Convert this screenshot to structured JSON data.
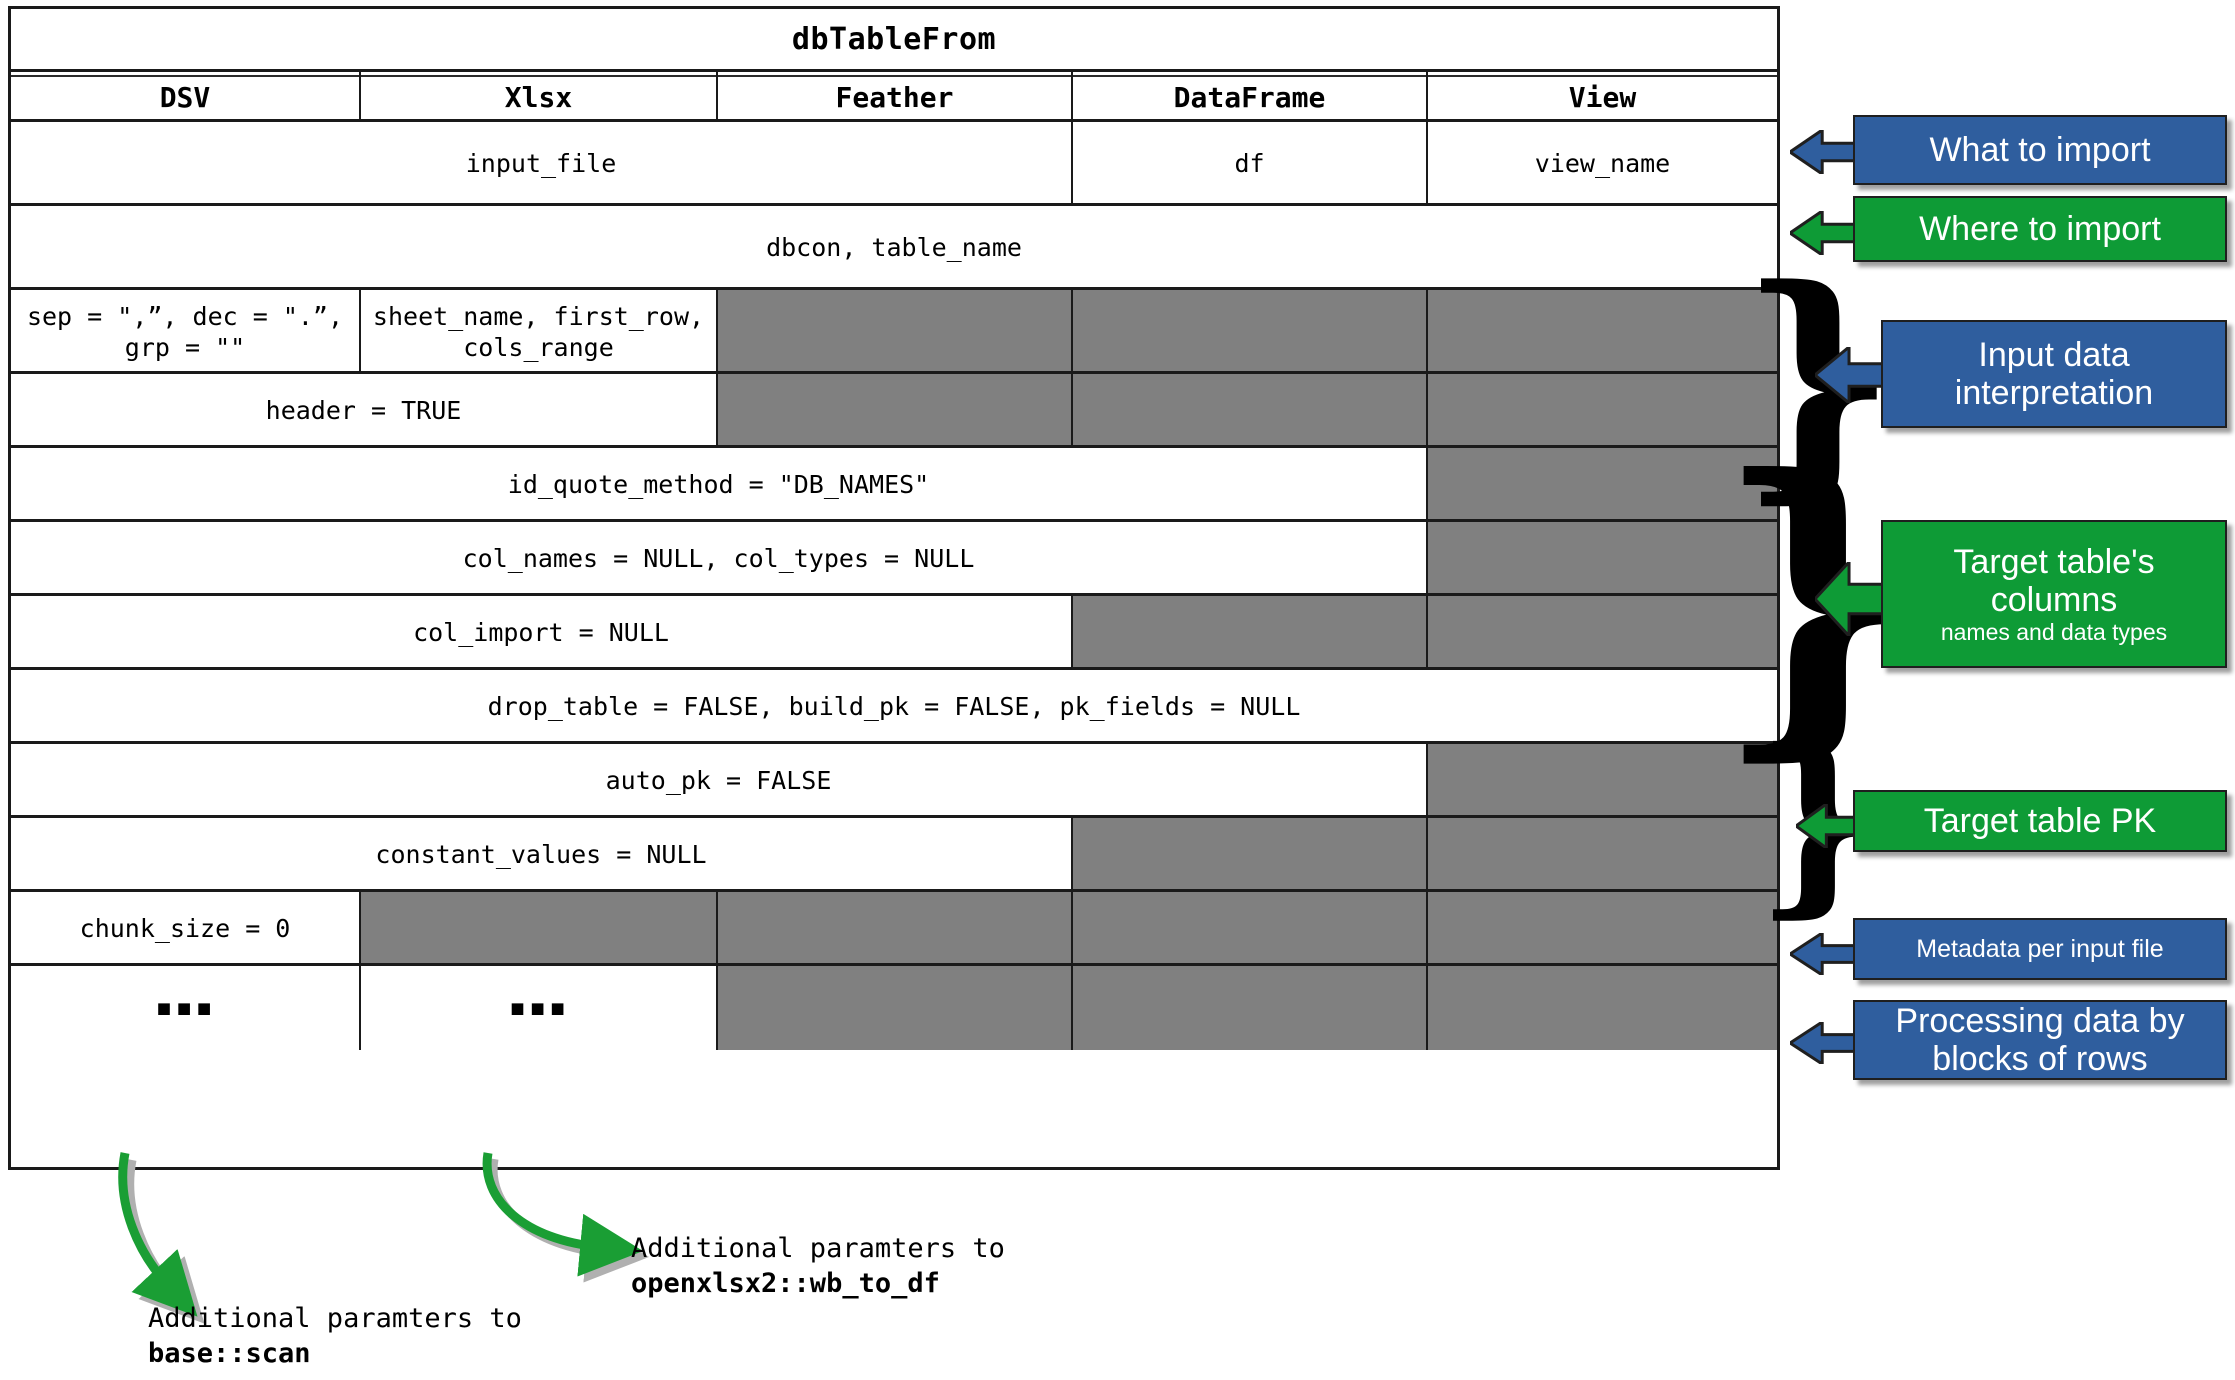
{
  "table": {
    "title": "dbTableFrom",
    "columns": [
      "DSV",
      "Xlsx",
      "Feather",
      "DataFrame",
      "View"
    ],
    "rows": [
      {
        "id": "input-file",
        "cells": [
          {
            "text": "input_file",
            "span": 3,
            "grey": false
          },
          {
            "text": "df",
            "span": 1,
            "grey": false
          },
          {
            "text": "view_name",
            "span": 1,
            "grey": false
          }
        ]
      },
      {
        "id": "dbcon-table-name",
        "cells": [
          {
            "text": "dbcon, table_name",
            "span": 5,
            "grey": false
          }
        ]
      },
      {
        "id": "sep-dec-grp",
        "cells": [
          {
            "text": "sep = \",”, dec = \".”,\ngrp = \"\"",
            "span": 1,
            "grey": false
          },
          {
            "text": "sheet_name, first_row,\ncols_range",
            "span": 1,
            "grey": false
          },
          {
            "text": "",
            "span": 1,
            "grey": true
          },
          {
            "text": "",
            "span": 1,
            "grey": true
          },
          {
            "text": "",
            "span": 1,
            "grey": true
          }
        ]
      },
      {
        "id": "header",
        "cells": [
          {
            "text": "header = TRUE",
            "span": 2,
            "grey": false
          },
          {
            "text": "",
            "span": 1,
            "grey": true
          },
          {
            "text": "",
            "span": 1,
            "grey": true
          },
          {
            "text": "",
            "span": 1,
            "grey": true
          }
        ]
      },
      {
        "id": "id-quote-method",
        "cells": [
          {
            "text": "id_quote_method = \"DB_NAMES\"",
            "span": 4,
            "grey": false
          },
          {
            "text": "",
            "span": 1,
            "grey": true
          }
        ]
      },
      {
        "id": "col-names-types",
        "cells": [
          {
            "text": "col_names = NULL, col_types = NULL",
            "span": 4,
            "grey": false
          },
          {
            "text": "",
            "span": 1,
            "grey": true
          }
        ]
      },
      {
        "id": "col-import",
        "cells": [
          {
            "text": "col_import = NULL",
            "span": 3,
            "grey": false
          },
          {
            "text": "",
            "span": 1,
            "grey": true
          },
          {
            "text": "",
            "span": 1,
            "grey": true
          }
        ]
      },
      {
        "id": "drop-table-build-pk",
        "cells": [
          {
            "text": "drop_table = FALSE, build_pk = FALSE, pk_fields = NULL",
            "span": 5,
            "grey": false
          }
        ]
      },
      {
        "id": "auto-pk",
        "cells": [
          {
            "text": "auto_pk = FALSE",
            "span": 4,
            "grey": false
          },
          {
            "text": "",
            "span": 1,
            "grey": true
          }
        ]
      },
      {
        "id": "constant-values",
        "cells": [
          {
            "text": "constant_values = NULL",
            "span": 3,
            "grey": false
          },
          {
            "text": "",
            "span": 1,
            "grey": true
          },
          {
            "text": "",
            "span": 1,
            "grey": true
          }
        ]
      },
      {
        "id": "chunk-size",
        "cells": [
          {
            "text": "chunk_size = 0",
            "span": 1,
            "grey": false
          },
          {
            "text": "",
            "span": 1,
            "grey": true
          },
          {
            "text": "",
            "span": 1,
            "grey": true
          },
          {
            "text": "",
            "span": 1,
            "grey": true
          },
          {
            "text": "",
            "span": 1,
            "grey": true
          }
        ]
      },
      {
        "id": "ellipsis",
        "cells": [
          {
            "text": "▪▪▪",
            "span": 1,
            "grey": false,
            "dots": true
          },
          {
            "text": "▪▪▪",
            "span": 1,
            "grey": false,
            "dots": true
          },
          {
            "text": "",
            "span": 1,
            "grey": true
          },
          {
            "text": "",
            "span": 1,
            "grey": true
          },
          {
            "text": "",
            "span": 1,
            "grey": true
          }
        ]
      }
    ]
  },
  "callouts": [
    {
      "id": "what-to-import",
      "main": "What to import",
      "sub": "",
      "color": "blue",
      "brace": false
    },
    {
      "id": "where-to-import",
      "main": "Where to import",
      "sub": "",
      "color": "green",
      "brace": false
    },
    {
      "id": "input-interpretation",
      "main": "Input data\ninterpretation",
      "sub": "",
      "color": "blue",
      "brace": true
    },
    {
      "id": "target-columns",
      "main": "Target table's\ncolumns",
      "sub": "names and data types",
      "color": "green",
      "brace": true
    },
    {
      "id": "target-pk",
      "main": "Target table PK",
      "sub": "",
      "color": "green",
      "brace": true
    },
    {
      "id": "metadata-per-file",
      "main": "Metadata per input file",
      "sub": "",
      "color": "blue",
      "brace": false
    },
    {
      "id": "processing-blocks",
      "main": "Processing data by\nblocks of rows",
      "sub": "",
      "color": "blue",
      "brace": false
    }
  ],
  "footnotes": [
    {
      "id": "dsv-extra",
      "line1": "Additional paramters to",
      "line2": "base::scan"
    },
    {
      "id": "xlsx-extra",
      "line1": "Additional paramters to",
      "line2": "openxlsx2::wb_to_df"
    }
  ],
  "colors": {
    "blue": "#2f5e9e",
    "green": "#0e9b36",
    "grey_cell": "#808080",
    "border": "#1a1a1a",
    "arrow_green": "#1a9e34"
  }
}
